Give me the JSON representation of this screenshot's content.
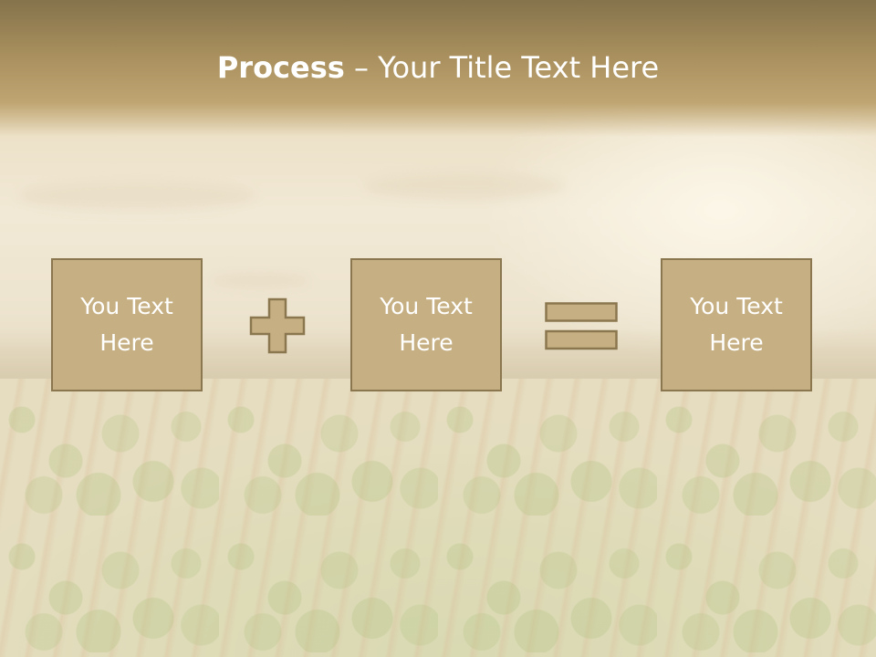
{
  "slide": {
    "title_bold": "Process",
    "title_rest": " – Your Title Text Here",
    "boxes": [
      {
        "line1": "You Text",
        "line2": "Here"
      },
      {
        "line1": "You Text",
        "line2": "Here"
      },
      {
        "line1": "You Text",
        "line2": "Here"
      }
    ],
    "operators": [
      "plus-icon",
      "equals-icon"
    ]
  },
  "colors": {
    "box_fill": "#c6b083",
    "box_border": "#8b774f",
    "title_band": "#a88f5d",
    "text": "#ffffff"
  }
}
